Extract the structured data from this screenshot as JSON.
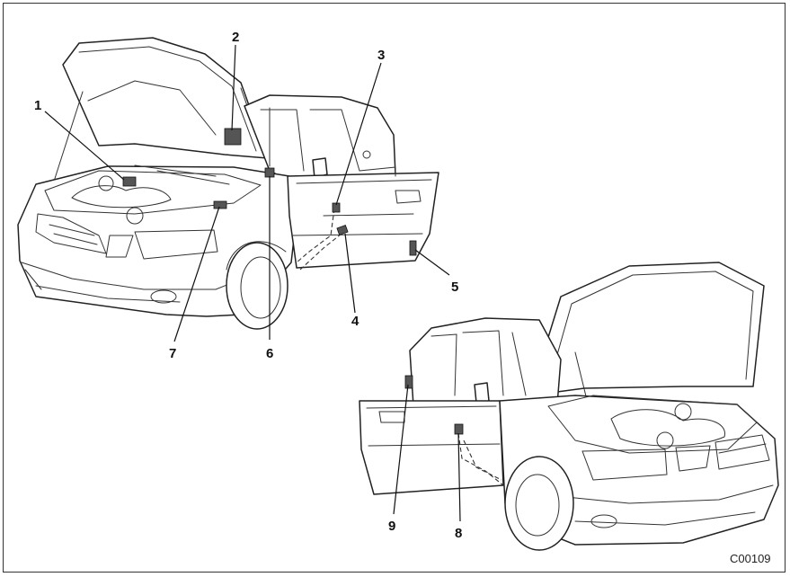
{
  "diagram": {
    "callouts": [
      {
        "id": "1",
        "text": "1"
      },
      {
        "id": "2",
        "text": "2"
      },
      {
        "id": "3",
        "text": "3"
      },
      {
        "id": "4",
        "text": "4"
      },
      {
        "id": "5",
        "text": "5"
      },
      {
        "id": "6",
        "text": "6"
      },
      {
        "id": "7",
        "text": "7"
      },
      {
        "id": "8",
        "text": "8"
      },
      {
        "id": "9",
        "text": "9"
      }
    ],
    "figure_code": "C00109"
  }
}
